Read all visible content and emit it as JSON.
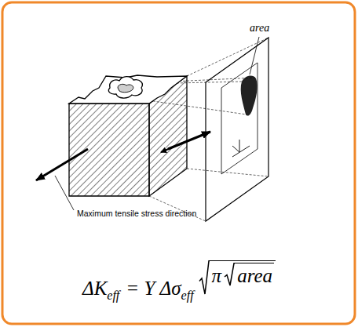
{
  "diagram": {
    "labels": [
      "area",
      "Maximum tensile stress direction",
      "ΔK",
      "eff",
      "= Y Δσ",
      "eff",
      "π",
      "area"
    ]
  }
}
